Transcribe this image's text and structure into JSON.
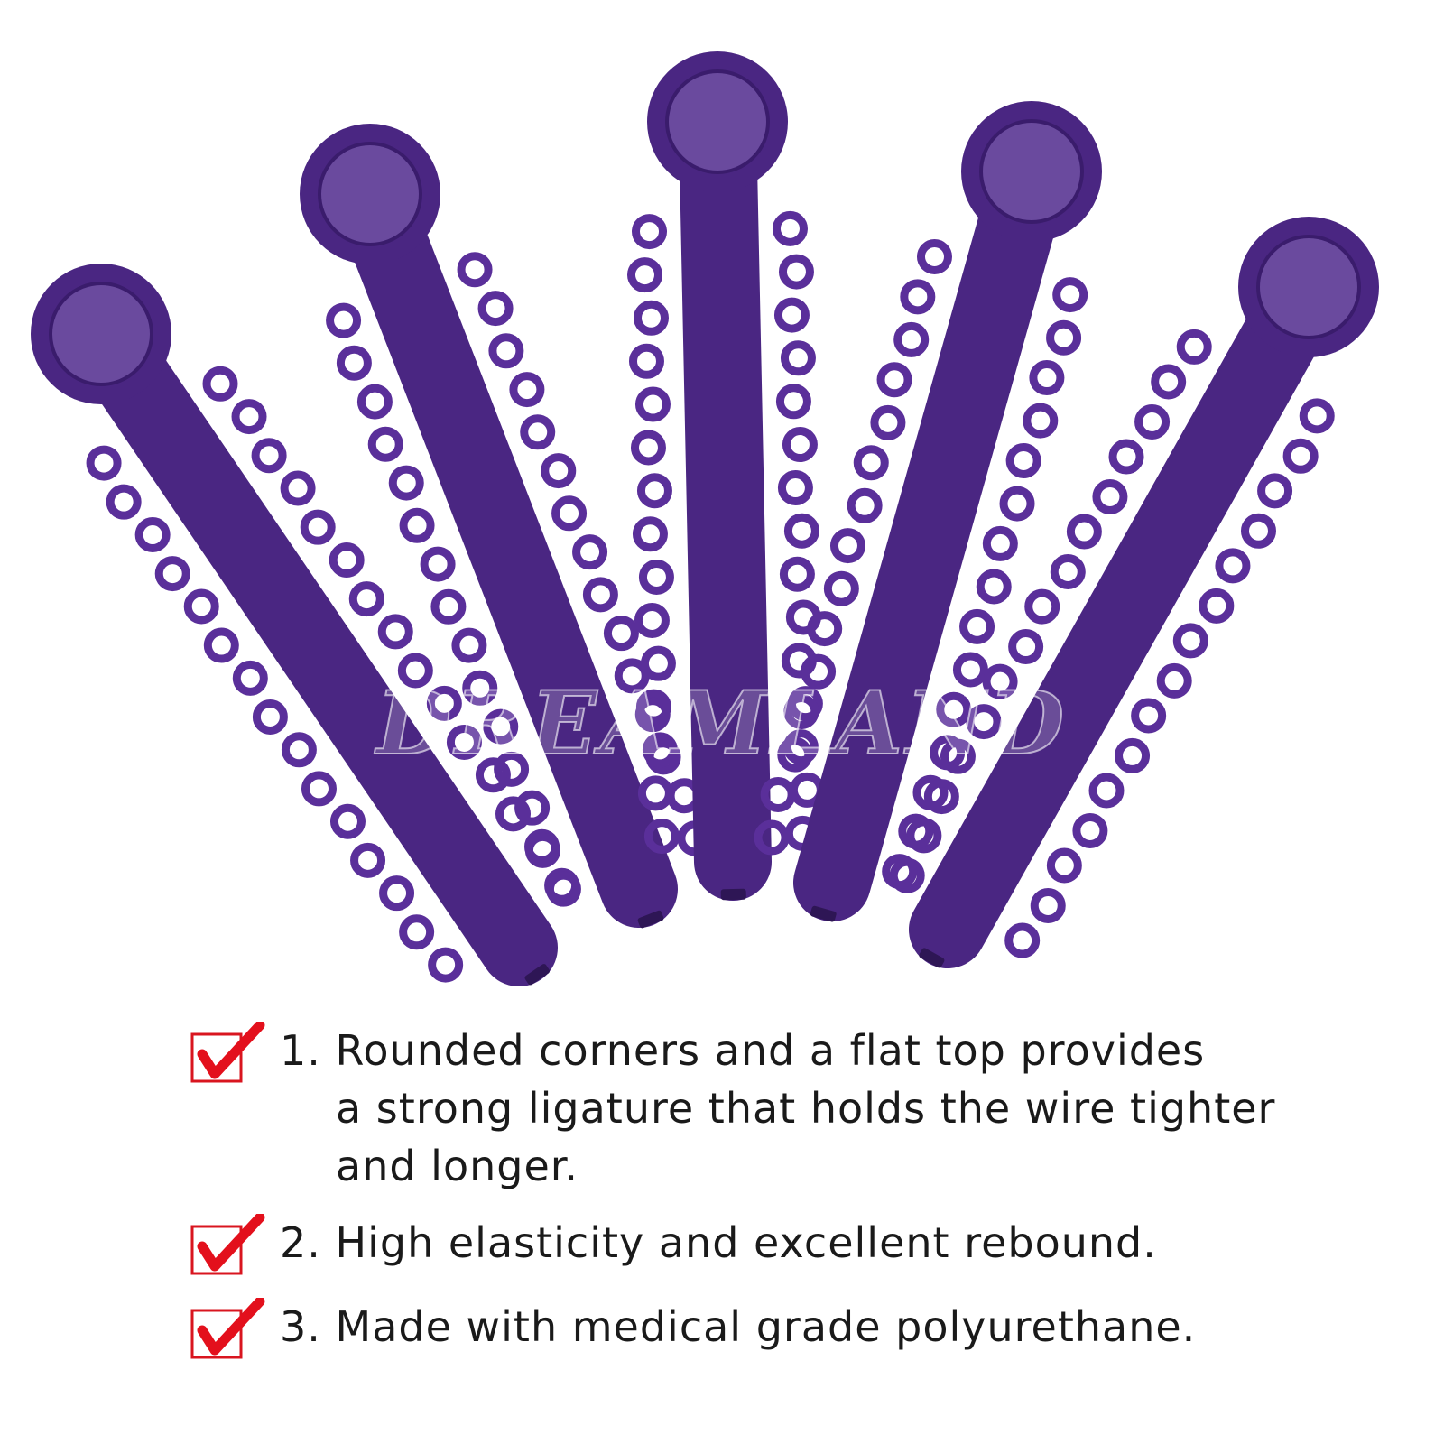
{
  "brand": {
    "watermark": "DREAMLAND"
  },
  "product": {
    "stick_count": 5,
    "color": "#4a2682",
    "ring_color": "#5a2f9a",
    "highlight_color": "#6a4a9e"
  },
  "features": [
    {
      "number": "1.",
      "lines": [
        "Rounded corners and a flat top provides",
        "a strong ligature that holds the wire tighter",
        "and longer."
      ]
    },
    {
      "number": "2.",
      "lines": [
        "High elasticity and excellent rebound."
      ]
    },
    {
      "number": "3.",
      "lines": [
        "Made with medical grade polyurethane."
      ]
    }
  ],
  "icons": {
    "checkbox": "checkbox-checked-icon",
    "check_color": "#e3101c"
  }
}
